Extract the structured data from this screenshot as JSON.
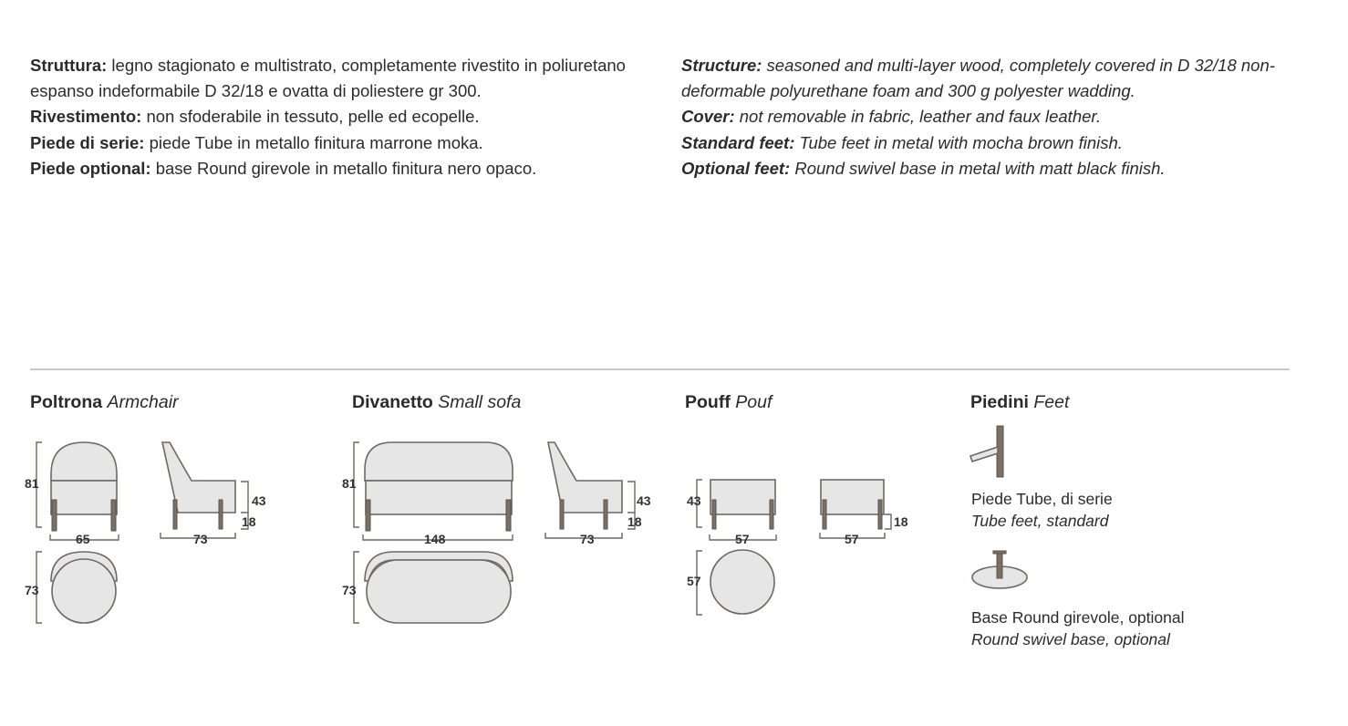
{
  "italian": [
    {
      "label": "Struttura:",
      "text": " legno stagionato e multistrato, completamente rivestito in poliuretano espanso indeformabile D 32/18 e ovatta di poliestere gr 300."
    },
    {
      "label": "Rivestimento:",
      "text": " non sfoderabile in tessuto, pelle ed ecopelle."
    },
    {
      "label": "Piede di serie:",
      "text": " piede Tube in metallo finitura marrone moka."
    },
    {
      "label": "Piede optional:",
      "text": " base Round girevole in metallo finitura nero opaco."
    }
  ],
  "english": [
    {
      "label": "Structure:",
      "text": " seasoned and multi-layer wood, completely covered in D 32/18 non-deformable polyurethane foam and 300 g polyester wadding."
    },
    {
      "label": "Cover:",
      "text": " not removable in fabric, leather and faux leather."
    },
    {
      "label": "Standard feet:",
      "text": " Tube feet in metal with mocha brown finish."
    },
    {
      "label": "Optional feet:",
      "text": " Round swivel base in metal with matt black finish."
    }
  ],
  "products": [
    {
      "name": "Poltrona",
      "en": "Armchair",
      "dims": {
        "height": "81",
        "width": "65",
        "depth": "73",
        "seat": "43",
        "leg": "18",
        "top_depth": "73"
      }
    },
    {
      "name": "Divanetto",
      "en": "Small sofa",
      "dims": {
        "height": "81",
        "width": "148",
        "depth": "73",
        "seat": "43",
        "leg": "18",
        "top_depth": "73"
      }
    },
    {
      "name": "Pouff",
      "en": "Pouf",
      "dims": {
        "height": "43",
        "width": "57",
        "depth": "57",
        "leg": "18",
        "top_depth": "57"
      }
    },
    {
      "name": "Piedini",
      "en": "Feet"
    }
  ],
  "feet": [
    {
      "it": "Piede Tube, di serie",
      "en": "Tube feet, standard",
      "icon": "tube-foot-icon"
    },
    {
      "it": "Base Round girevole, optional",
      "en": "Round swivel base, optional",
      "icon": "round-base-icon"
    }
  ]
}
